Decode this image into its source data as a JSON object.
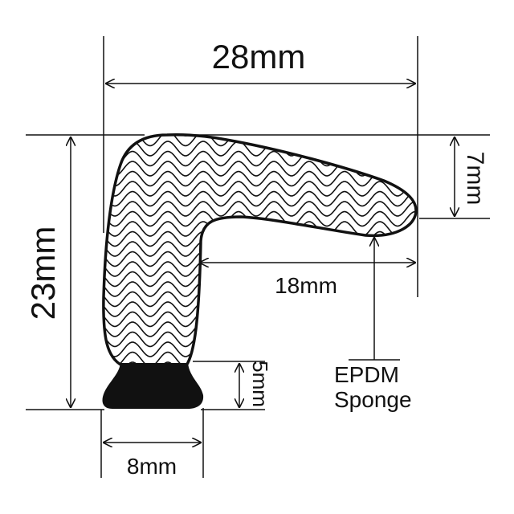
{
  "labels": {
    "top_width": "28mm",
    "left_height": "23mm",
    "right_height": "7mm",
    "inner_width": "18mm",
    "base_height": "5mm",
    "base_width": "8mm",
    "material_line1": "EPDM",
    "material_line2": "Sponge"
  },
  "colors": {
    "ink": "#111111",
    "background": "#ffffff"
  }
}
